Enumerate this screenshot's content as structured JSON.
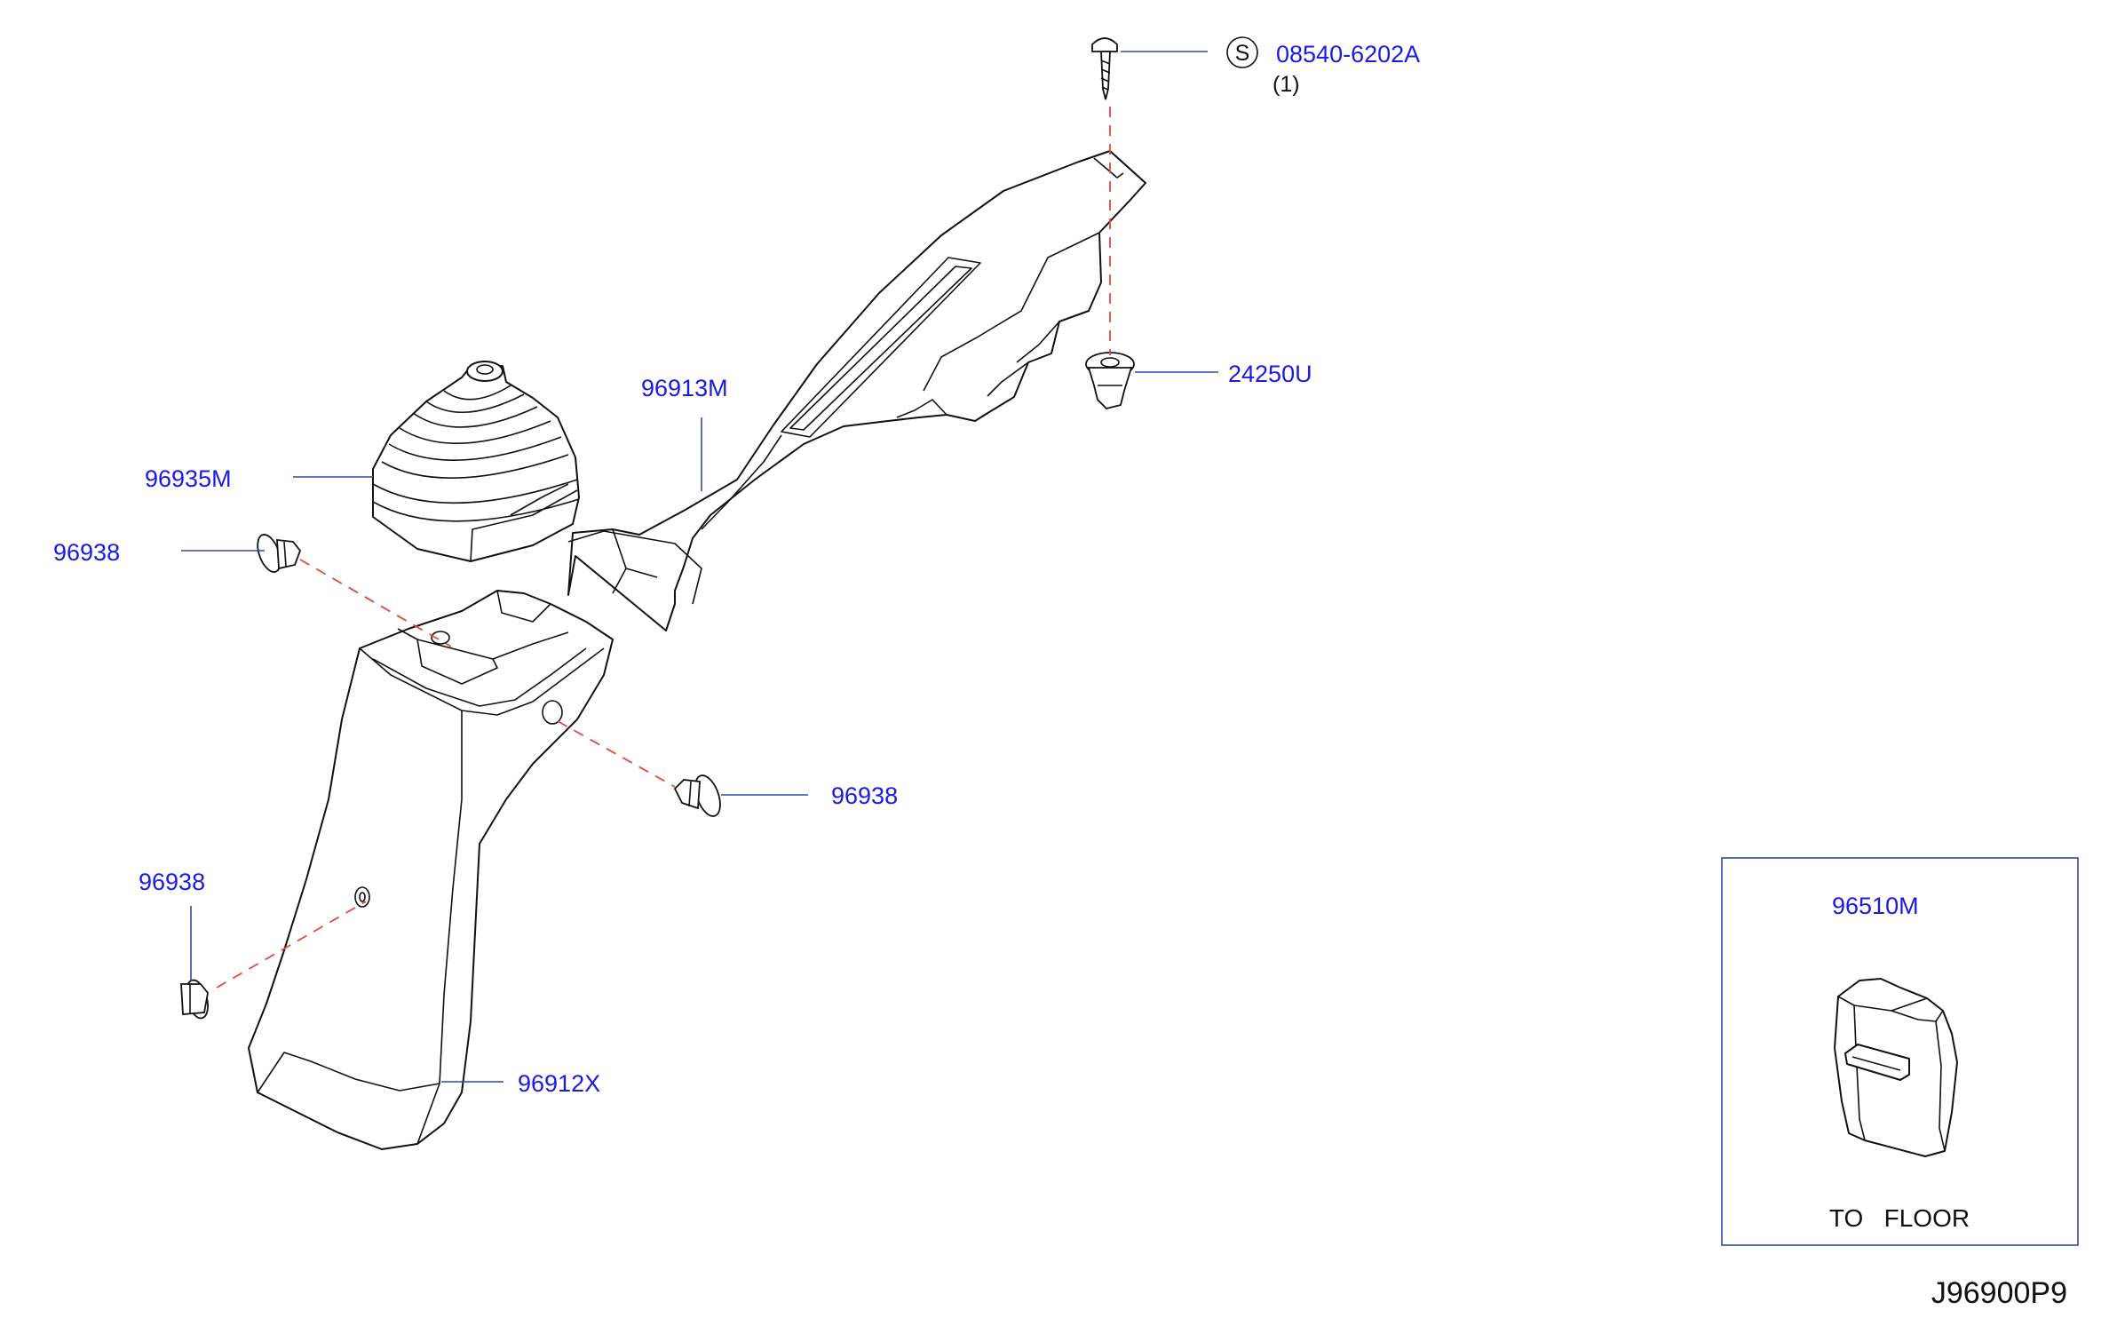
{
  "parts": {
    "screw": {
      "number": "08540-6202A",
      "qty": "(1)",
      "symbol": "S"
    },
    "clip_top": {
      "number": "24250U"
    },
    "upper_finisher": {
      "number": "96913M"
    },
    "boot": {
      "number": "96935M"
    },
    "clip_left": {
      "number": "96938"
    },
    "clip_middle": {
      "number": "96938"
    },
    "clip_lower": {
      "number": "96938"
    },
    "lower_finisher": {
      "number": "96912X"
    },
    "inset_part": {
      "number": "96510M"
    }
  },
  "inset": {
    "caption": "TO   FLOOR"
  },
  "diagram_code": "J96900P9",
  "colors": {
    "part_label": "#1a1ae6",
    "leader": "#2a4aa8",
    "dash": "#e8463c",
    "line": "#111111"
  }
}
